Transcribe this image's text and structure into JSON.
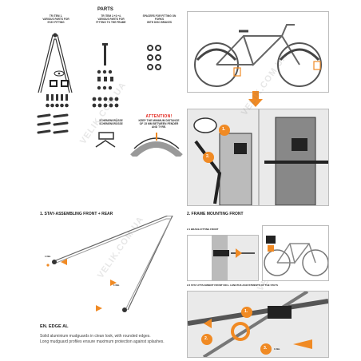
{
  "parts": {
    "title": "PARTS",
    "col1_label": "TR ITEM 1.\nVARIOUS PARTS FOR\nSTAY FITTING",
    "col2_label": "TR ITEM 2.+3.+4.\nVARIOUS PARTS FOR\nFITTING TO THE FRAME",
    "col3_label": "SPACERS FOR FITTING ON\nFORKS\nWITH DISC BRAKES",
    "col2_sub": "SCHEMENGRÖßE\nSCHEMENGRÖßE"
  },
  "attention": {
    "title": "ATTENTION!",
    "text": "KEEP THE MINIMUM DISTANCE\nOF 15 MM BETWEEN FENDER\nAND TYRE."
  },
  "steps": {
    "step1": "1.  STAY-ASSEMBLING FRONT + REAR",
    "step2": "2.  FRAME MOUNTING FRONT",
    "sub21": "2.1 BRAKE-FITTING FRONT",
    "sub22": "2.2 STAY ATTACHMENT FRONT INCL. LENGTHS ADJUSTMENTS OF THE STAYS"
  },
  "callouts": {
    "c1": "1.",
    "c2": "2.",
    "c3": "3.",
    "torque1": "1 Nm",
    "torque2": "1 Nm",
    "torque3": "1 Nm",
    "torque4": "1 Nm"
  },
  "footer": {
    "title": "EN. EDGE AL",
    "line1": "Solid aluminium mudguards in clean look, with rounded edges.",
    "line2": "Long mudguard profiles ensure maximum protection against splashes."
  },
  "watermark": "VELIK.COM.UA",
  "colors": {
    "accent": "#f08a24",
    "attention": "#e2231a"
  }
}
